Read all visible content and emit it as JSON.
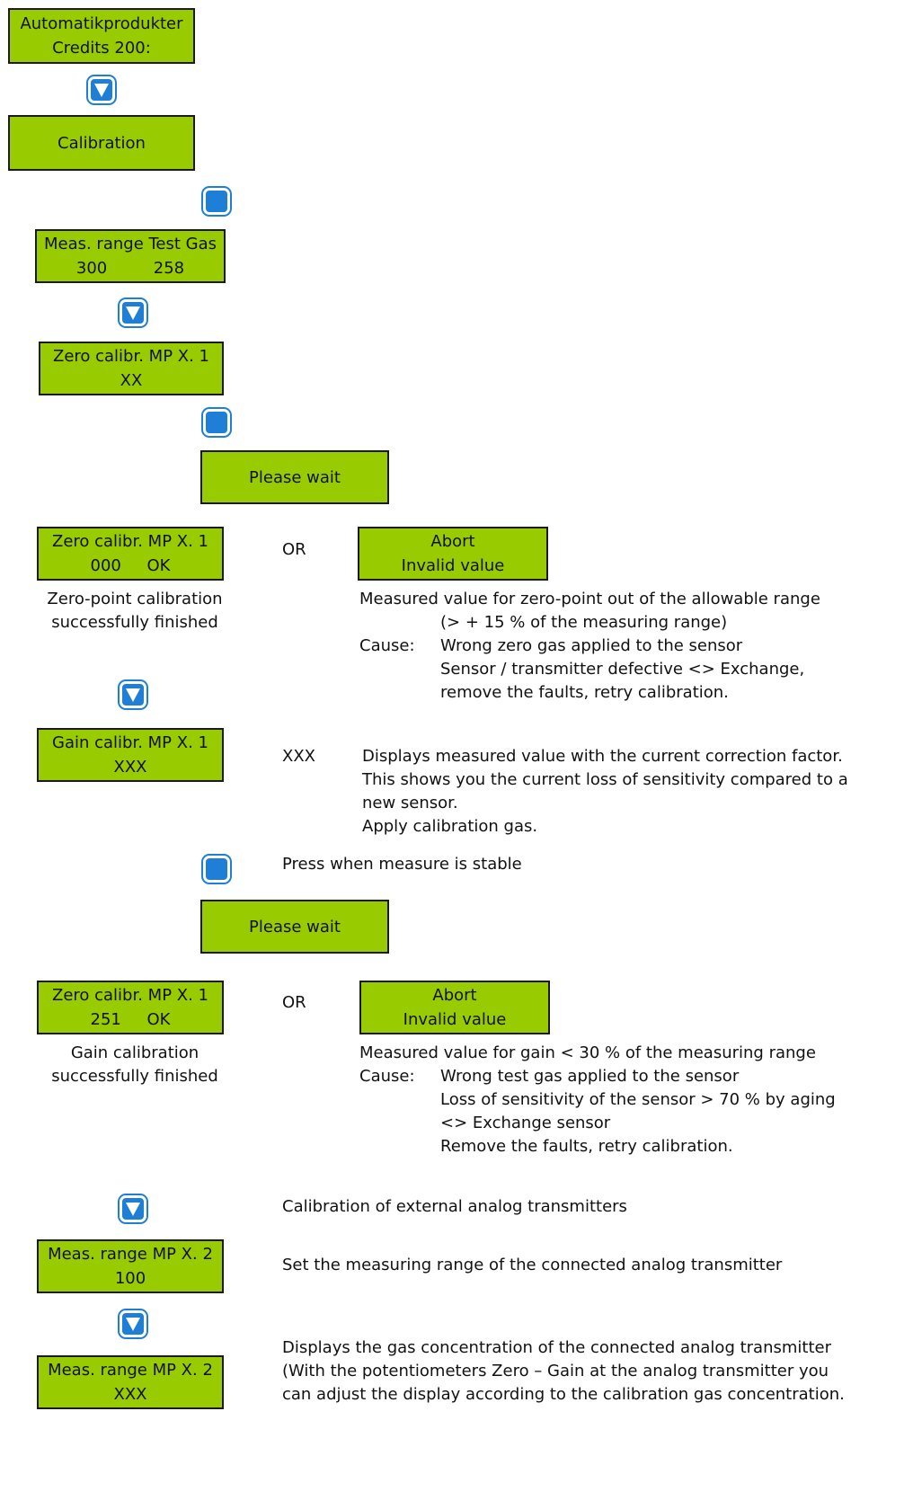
{
  "screens": {
    "main": {
      "line1": "Automatikprodukter",
      "line2": "Credits 200:"
    },
    "calibration": {
      "line1": "Calibration"
    },
    "meas_range": {
      "line1": "Meas. range Test Gas",
      "line2": "300         258"
    },
    "zero_calibr": {
      "line1": "Zero calibr. MP X. 1",
      "line2": "XX"
    },
    "please_wait_1": {
      "line1": "Please wait"
    },
    "zero_ok": {
      "line1": "Zero calibr. MP X. 1",
      "line2": "000     OK"
    },
    "abort_1": {
      "line1": "Abort",
      "line2": "Invalid value"
    },
    "gain_calibr": {
      "line1": "Gain calibr. MP X. 1",
      "line2": "XXX"
    },
    "please_wait_2": {
      "line1": "Please wait"
    },
    "zero_251": {
      "line1": "Zero calibr. MP X. 1",
      "line2": "251     OK"
    },
    "abort_2": {
      "line1": "Abort",
      "line2": "Invalid value"
    },
    "meas_range_mp2": {
      "line1": "Meas. range MP X. 2",
      "line2": "100"
    },
    "meas_range_mp2_xxx": {
      "line1": "Meas. range MP X. 2",
      "line2": "XXX"
    }
  },
  "texts": {
    "or_1": "OR",
    "zero_success": [
      "Zero-point calibration",
      "successfully finished"
    ],
    "zero_fail": {
      "line1": "Measured value for zero-point out of the allowable range",
      "line2": "(> + 15 % of the measuring range)",
      "cause_label": "Cause:",
      "cause1": "Wrong zero gas applied to the sensor",
      "cause2": "Sensor / transmitter defective <> Exchange,",
      "cause3": "remove the faults, retry calibration."
    },
    "xxx_label": "XXX",
    "gain_desc": [
      "Displays measured value with the current correction factor.",
      "This shows you the current loss of sensitivity compared to a",
      "new sensor.",
      "Apply calibration gas."
    ],
    "press_stable": "Press when measure is stable",
    "or_2": "OR",
    "gain_success": [
      "Gain calibration",
      "successfully finished"
    ],
    "gain_fail": {
      "line1": "Measured value for gain < 30 % of the measuring range",
      "cause_label": "Cause:",
      "cause1": "Wrong test gas applied to the sensor",
      "cause2": "Loss of sensitivity of the sensor > 70 % by aging",
      "cause3": "<> Exchange sensor",
      "cause4": "Remove the faults, retry calibration."
    },
    "external_calib": "Calibration of external analog transmitters",
    "set_range": "Set the measuring range of the connected analog transmitter",
    "gas_conc": [
      "Displays the gas concentration of the connected analog transmitter",
      "(With the potentiometers Zero – Gain at the analog transmitter you",
      "can adjust the display according to the calibration gas concentration."
    ]
  },
  "icons": {
    "down_button": "down-arrow-button-icon",
    "enter_button": "enter-square-button-icon"
  },
  "colors": {
    "lcd": "#99cc00",
    "button": "#1f7fd6",
    "border": "#1a1a1a"
  }
}
